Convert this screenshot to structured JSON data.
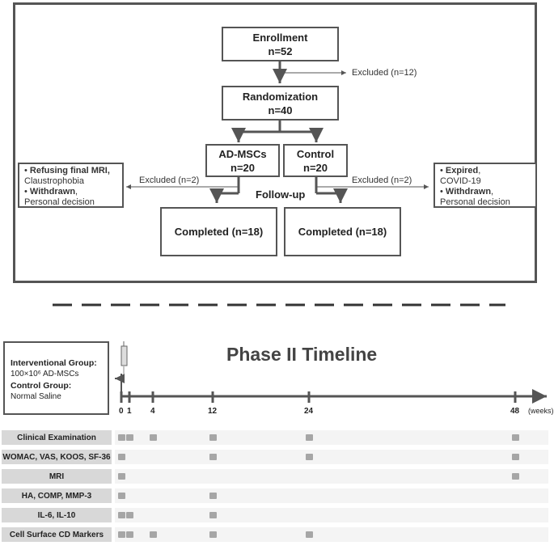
{
  "consort": {
    "enrollment": {
      "title": "Enrollment",
      "n": "n=52"
    },
    "excluded_enrollment": "Excluded (n=12)",
    "randomization": {
      "title": "Randomization",
      "n": "n=40"
    },
    "ad_mscs": {
      "title": "AD-MSCs",
      "n": "n=20"
    },
    "control": {
      "title": "Control",
      "n": "n=20"
    },
    "excluded_left": "Excluded (n=2)",
    "excluded_right": "Excluded (n=2)",
    "followup": "Follow-up",
    "left_reasons": {
      "r1_bold": "Refusing final MRI",
      "r1_rest": "Claustrophobia",
      "r2_bold": "Withdrawn",
      "r2_rest": "Personal decision"
    },
    "right_reasons": {
      "r1_bold": "Expired",
      "r1_rest": "COVID-19",
      "r2_bold": "Withdrawn",
      "r2_rest": "Personal decision"
    },
    "completed_left": "Completed (n=18)",
    "completed_right": "Completed (n=18)"
  },
  "timeline": {
    "title": "Phase II Timeline",
    "interventional_heading": "Interventional Group:",
    "interventional_text": "100×10⁶ AD-MSCs",
    "control_heading": "Control Group:",
    "control_text": "Normal Saline",
    "weeks_label": "(weeks)",
    "ticks": [
      "0",
      "1",
      "4",
      "12",
      "24",
      "48"
    ],
    "rows": [
      {
        "label": "Clinical Examination",
        "marks": [
          0,
          1,
          4,
          12,
          24,
          48
        ]
      },
      {
        "label": "WOMAC, VAS, KOOS, SF-36",
        "marks": [
          0,
          12,
          24,
          48
        ]
      },
      {
        "label": "MRI",
        "marks": [
          0,
          48
        ]
      },
      {
        "label": "HA, COMP, MMP-3",
        "marks": [
          0,
          12
        ]
      },
      {
        "label": "IL-6, IL-10",
        "marks": [
          0,
          1,
          12
        ]
      },
      {
        "label": "Cell Surface CD Markers",
        "marks": [
          0,
          1,
          4,
          12,
          24
        ]
      }
    ]
  },
  "colors": {
    "line": "#555555",
    "mark": "#a6a6a6",
    "rowlabel": "#d8d8d8"
  }
}
